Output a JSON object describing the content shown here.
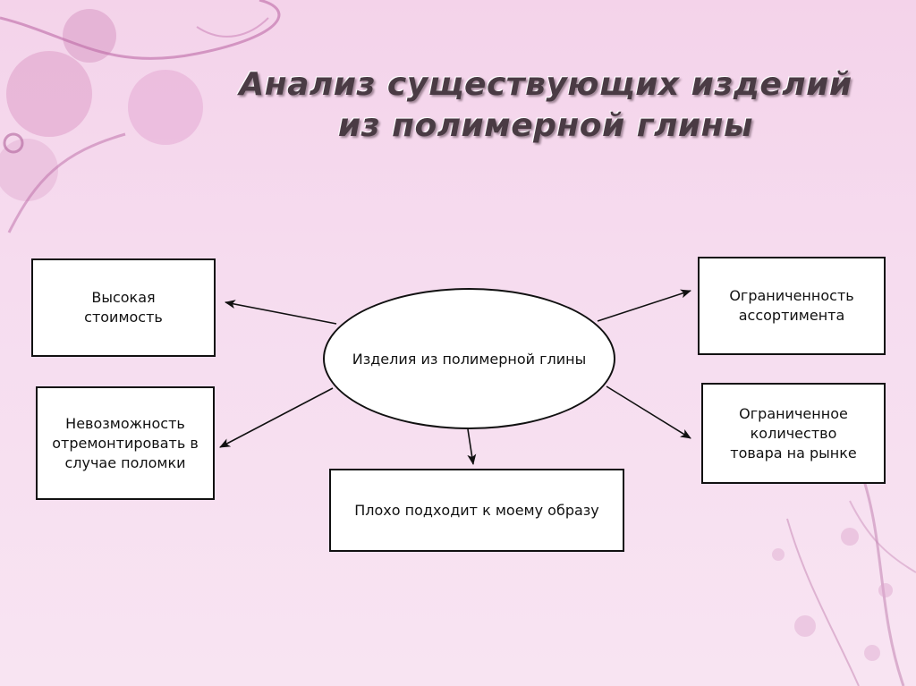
{
  "title": {
    "line1": "Анализ существующих изделий",
    "line2": "из полимерной глины"
  },
  "center": "Изделия из полимерной глины",
  "boxes": {
    "high_cost": "Высокая стоимость",
    "cannot_repair": "Невозможность отремонтировать в случае поломки",
    "bad_fit": "Плохо подходит к моему образу",
    "limited_range": "Ограниченность ассортимента",
    "limited_quantity": "Ограниченное количество товара на рынке"
  }
}
